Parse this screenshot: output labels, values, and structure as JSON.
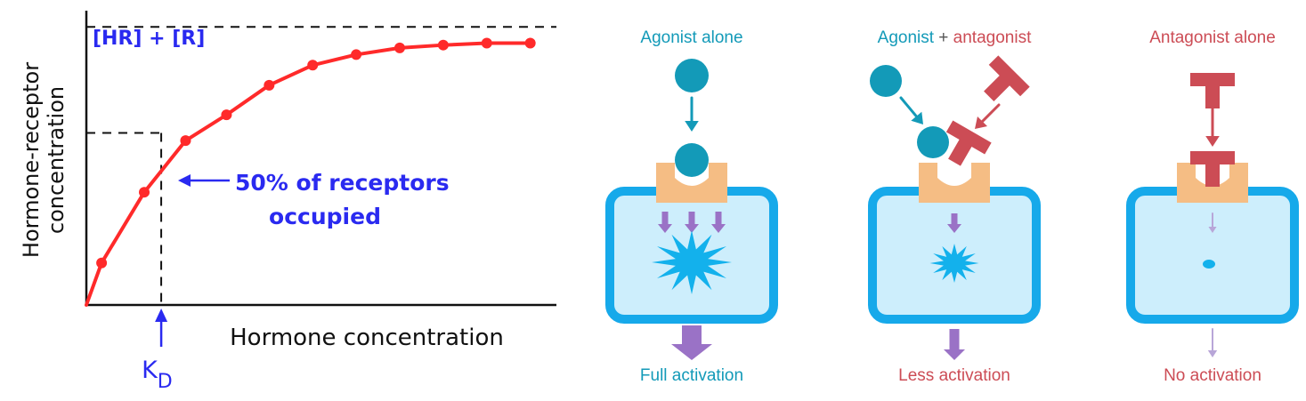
{
  "colors": {
    "curve": "#ff2a2a",
    "axis": "#111111",
    "annotation_blue": "#2a2af0",
    "agonist_teal": "#139ab8",
    "antagonist_red": "#cc4c55",
    "receptor_orange": "#f5bd84",
    "cell_border": "#16a9ea",
    "cell_fill": "#cdeefc",
    "signal_purple": "#9a72c6",
    "signal_light_purple": "#b8a6d8",
    "burst_blue": "#13b1ec"
  },
  "chart_data": {
    "type": "line",
    "title": "",
    "xlabel": "Hormone concentration",
    "ylabel_lines": [
      "Hormone-receptor",
      "concentration"
    ],
    "series": [
      {
        "name": "",
        "x": [
          0,
          0.35,
          1.33,
          2.28,
          3.22,
          4.2,
          5.2,
          6.2,
          7.2,
          8.2,
          9.2,
          10.2
        ],
        "y": [
          0,
          0.22,
          0.59,
          0.86,
          0.995,
          1.15,
          1.255,
          1.31,
          1.345,
          1.36,
          1.37,
          1.37
        ],
        "color": "#ff2a2a"
      }
    ],
    "xlim": [
      0,
      10.8
    ],
    "ylim": [
      0,
      1.54
    ],
    "plateau_y": 1.455,
    "half_y": 0.9,
    "kd_x": 1.72,
    "annotations": {
      "plateau_label": "[HR] + [R]",
      "half_label_line1": "50% of receptors",
      "half_label_line2": "occupied",
      "kd_label_main": "K",
      "kd_label_sub": "D"
    },
    "grid": false,
    "legend": "none"
  },
  "diagram": {
    "panels": [
      {
        "id": "agonist-alone",
        "title_parts": [
          {
            "text": "Agonist alone",
            "color": "#139ab8"
          }
        ],
        "footer": {
          "text": "Full activation",
          "color": "#139ab8"
        },
        "activation": "full"
      },
      {
        "id": "agonist-plus-antagonist",
        "title_parts": [
          {
            "text": "Agonist",
            "color": "#139ab8"
          },
          {
            "text": " + ",
            "color": "#555555"
          },
          {
            "text": "antagonist",
            "color": "#cc4c55"
          }
        ],
        "footer": {
          "text": "Less activation",
          "color": "#cc4c55"
        },
        "activation": "less"
      },
      {
        "id": "antagonist-alone",
        "title_parts": [
          {
            "text": "Antagonist alone",
            "color": "#cc4c55"
          }
        ],
        "footer": {
          "text": "No activation",
          "color": "#cc4c55"
        },
        "activation": "none"
      }
    ]
  }
}
